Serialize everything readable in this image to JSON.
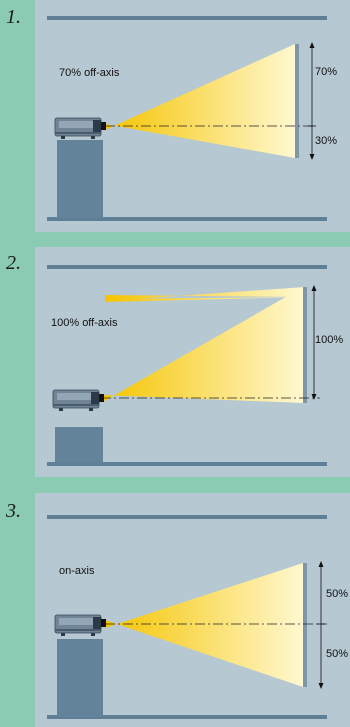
{
  "colors": {
    "page_bg": "#8ccbb3",
    "panel_bg": "#b6c8d2",
    "rail": "#5f7f96",
    "pedestal": "#63839a",
    "beam_near": "#f5c400",
    "beam_far": "#fff8d0",
    "screen": "#7f95a8"
  },
  "icons": [
    "projector-icon",
    "dimension-arrow-icon"
  ],
  "diagrams": [
    {
      "number": "1.",
      "caption": "70% off-axis",
      "labels": [
        "70%",
        "30%"
      ]
    },
    {
      "number": "2.",
      "caption": "100% off-axis",
      "labels": [
        "100%"
      ]
    },
    {
      "number": "3.",
      "caption": "on-axis",
      "labels": [
        "50%",
        "50%"
      ]
    }
  ]
}
